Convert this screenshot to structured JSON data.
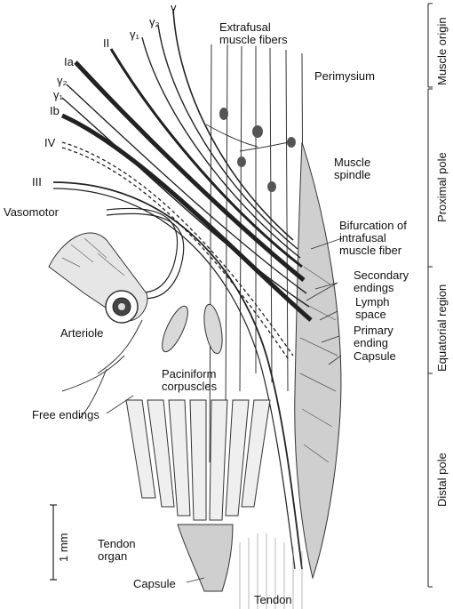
{
  "nerves": {
    "gamma": "γ",
    "gamma1": "γ₁",
    "gamma2": "γ₂",
    "ii": "II",
    "ia": "Ia",
    "ib": "Ib",
    "iv": "IV",
    "iii": "III",
    "vasomotor": "Vasomotor"
  },
  "structures": {
    "extrafusal": "Extrafusal\nmuscle fibers",
    "perimysium": "Perimysium",
    "muscle_spindle": "Muscle\nspindle",
    "bifurcation": "Bifurcation of\nintrafusal\nmuscle fiber",
    "secondary_endings": "Secondary\nendings",
    "lymph_space": "Lymph\nspace",
    "primary_ending": "Primary\nending",
    "capsule_spindle": "Capsule",
    "arteriole": "Arteriole",
    "paciniform": "Paciniform\ncorpuscles",
    "free_endings": "Free endings",
    "tendon_organ": "Tendon\norgan",
    "capsule_tendon": "Capsule",
    "tendon": "Tendon",
    "scale": "1 mm"
  },
  "regions": {
    "muscle_origin": "Muscle origin",
    "proximal_pole": "Proximal pole",
    "equatorial_region": "Equatorial region",
    "distal_pole": "Distal pole"
  }
}
